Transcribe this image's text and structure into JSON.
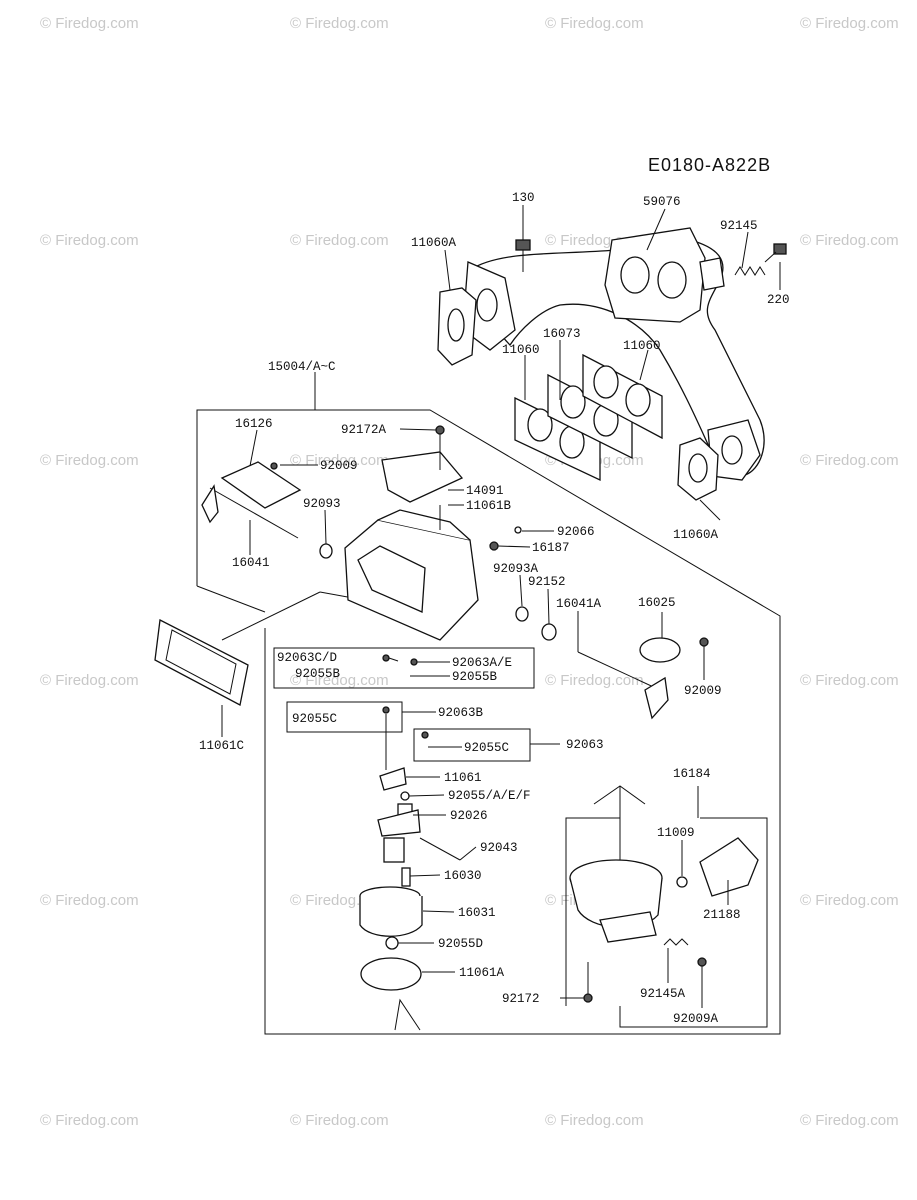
{
  "watermark": "© Firedog.com",
  "diagram_ref": "E0180-A822B",
  "labels": {
    "l130": "130",
    "l59076": "59076",
    "l92145": "92145",
    "l11060A_top": "11060A",
    "l220": "220",
    "l16073": "16073",
    "l11060_left": "11060",
    "l11060_right": "11060",
    "l15004": "15004/A~C",
    "l16126": "16126",
    "l92172A": "92172A",
    "l92009_top": "92009",
    "l92093": "92093",
    "l14091": "14091",
    "l11061B": "11061B",
    "l11060A_right": "11060A",
    "l92066": "92066",
    "l16041": "16041",
    "l16187": "16187",
    "l92093A": "92093A",
    "l92152": "92152",
    "l16041A": "16041A",
    "l16025": "16025",
    "l92063CD": "92063C/D",
    "l92063AE": "92063A/E",
    "l92055B_left": "92055B",
    "l92055B_right": "92055B",
    "l92009_mid": "92009",
    "l92055C_left": "92055C",
    "l92063B": "92063B",
    "l92055C_right": "92055C",
    "l92063": "92063",
    "l11061C": "11061C",
    "l11061": "11061",
    "l92055AEF": "92055/A/E/F",
    "l16184": "16184",
    "l92026": "92026",
    "l11009": "11009",
    "l92043": "92043",
    "l16030": "16030",
    "l21188": "21188",
    "l16031": "16031",
    "l92055D": "92055D",
    "l11061A": "11061A",
    "l92172": "92172",
    "l92145A": "92145A",
    "l92009A": "92009A"
  }
}
